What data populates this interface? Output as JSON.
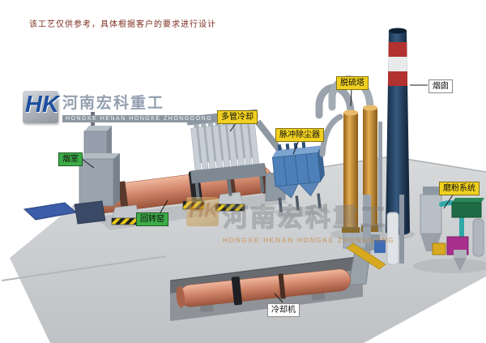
{
  "disclaimer": "该工艺仅供参考，具体根据客户的要求进行设计",
  "watermark": {
    "monogram": "HK",
    "brand_cn": "河南宏科重工",
    "brand_en": "HONGKE HENAN HONGKE ZHONGGONG"
  },
  "labels": {
    "smoke_chamber": "烟室",
    "rotary_kiln": "回转窑",
    "multi_tube_cooler": "多管冷却",
    "pulse_dust_collector": "脉冲除尘器",
    "desulfurization_tower": "脱硫塔",
    "chimney": "烟囱",
    "grinding_system": "磨粉系统",
    "cooling_machine": "冷却机"
  },
  "colors": {
    "label_green": "#3cab47",
    "label_yellow": "#f0d020",
    "kiln_shell": "#d2876c",
    "dust_collector_blue": "#4d7fb8",
    "tower_orange": "#d9a343",
    "chimney_navy": "#1d3a5c",
    "chimney_band_red": "#b23230",
    "ground_gray": "#c9ccce"
  }
}
